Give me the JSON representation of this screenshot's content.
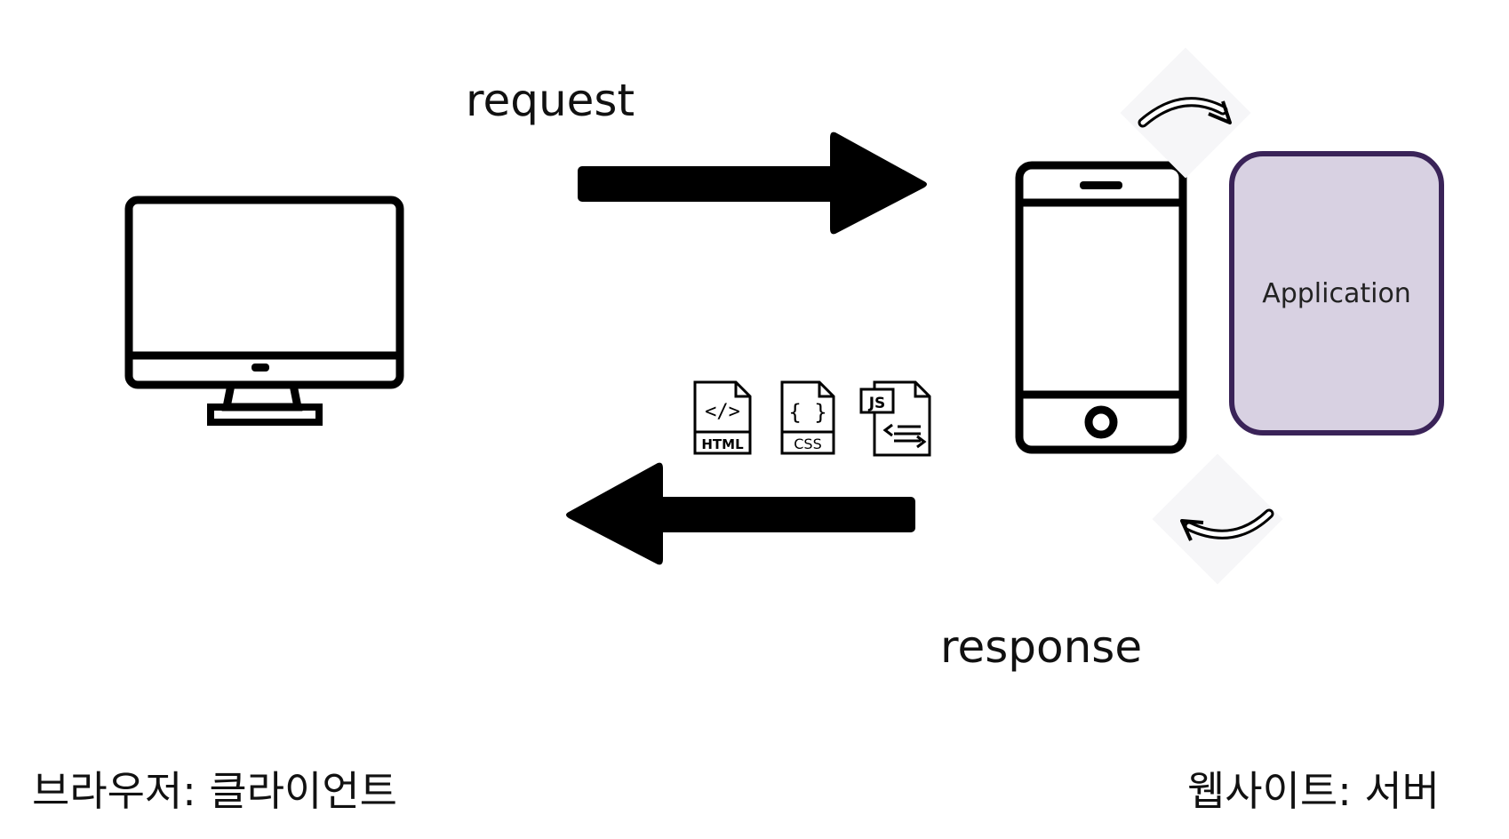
{
  "labels": {
    "request": "request",
    "response": "response",
    "client": "브라우저: 클라이언트",
    "server": "웹사이트: 서버",
    "application": "Application"
  },
  "file_icons": {
    "html": "HTML",
    "css": "CSS",
    "js": "JS",
    "html_glyph": "</>",
    "css_glyph": "{ }"
  },
  "colors": {
    "app_fill": "#d8d1e2",
    "app_border": "#3a2358",
    "arrow": "#000000",
    "cycle_bg": "#f6f6f8"
  },
  "icons": [
    "monitor-icon",
    "request-arrow",
    "response-arrow",
    "html-file-icon",
    "css-file-icon",
    "js-file-icon",
    "smartphone-icon",
    "cycle-arrow-icon"
  ]
}
